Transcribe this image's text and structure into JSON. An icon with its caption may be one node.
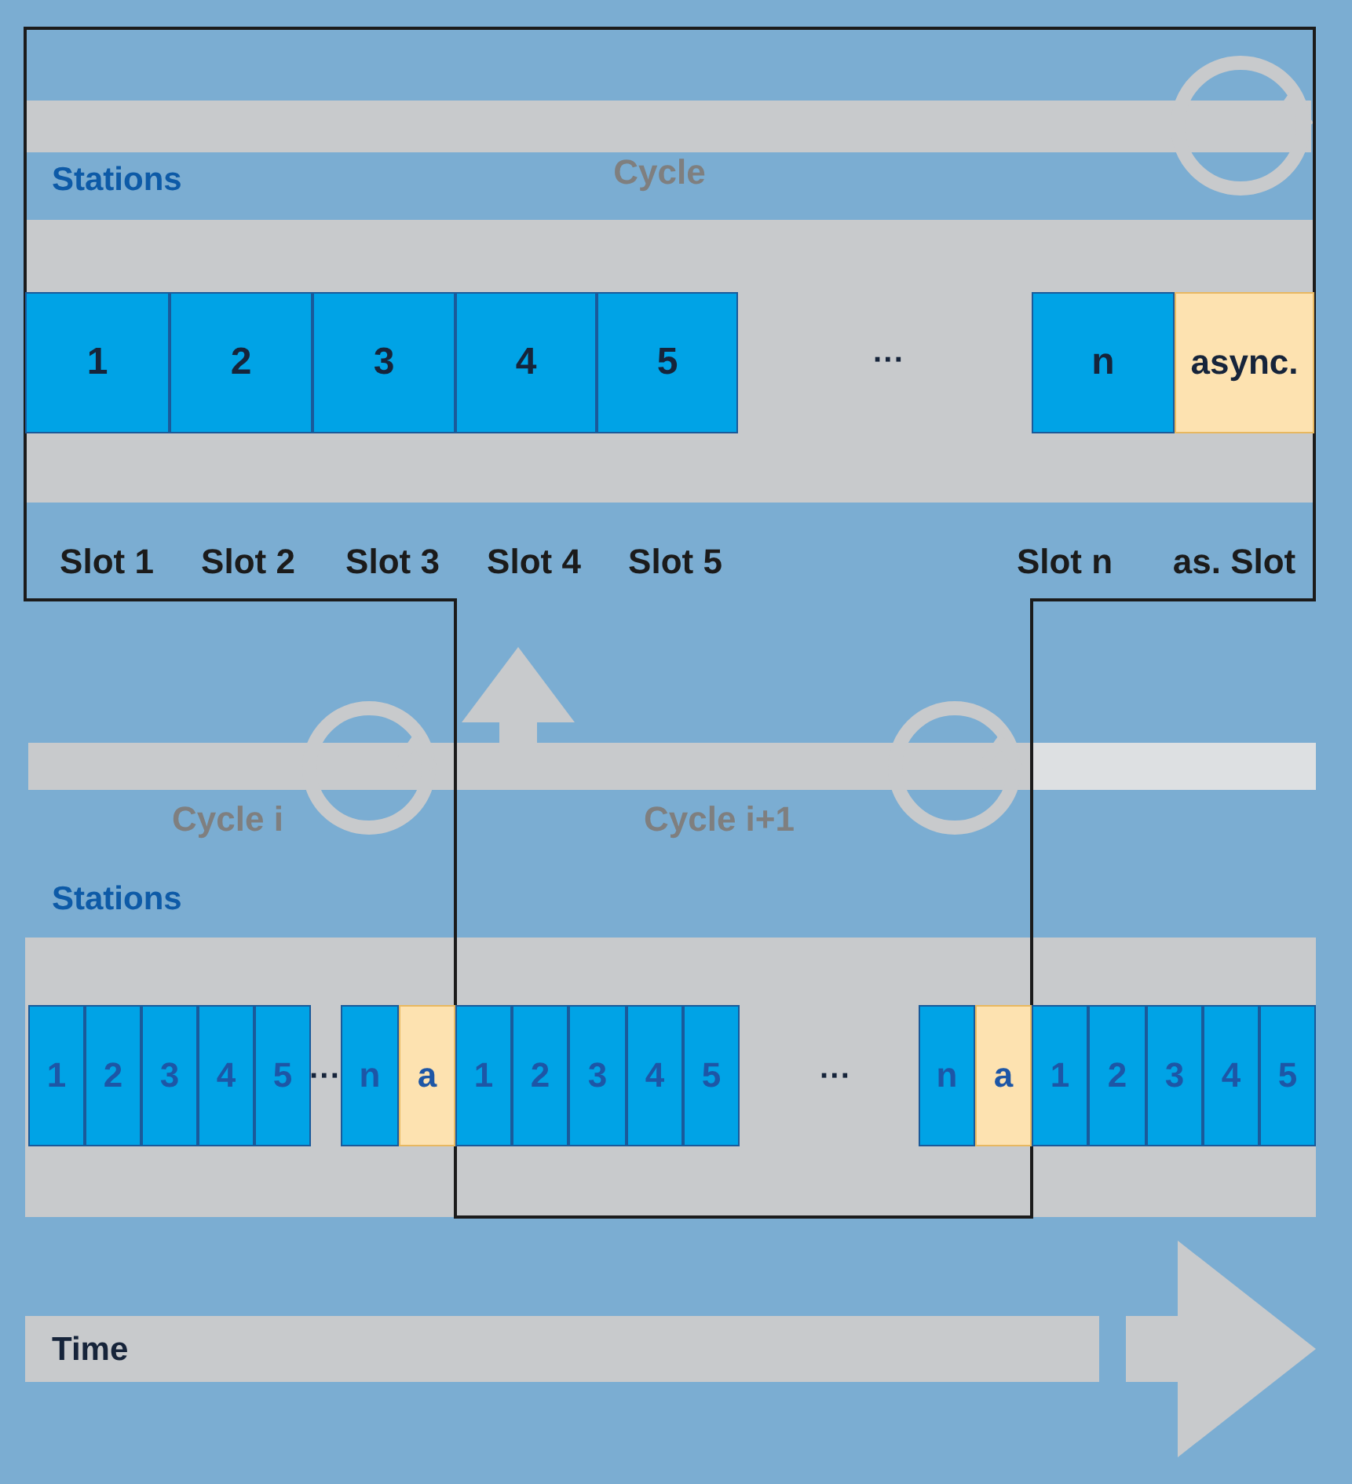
{
  "diagram": {
    "nodes": [
      {
        "text": [
          "1"
        ],
        "beside": [
          "Slot 1"
        ]
      },
      {
        "text": [
          "2"
        ],
        "beside": [
          "Slot 2"
        ]
      },
      {
        "text": [
          "3"
        ],
        "beside": [
          "Slot 3"
        ]
      },
      {
        "text": [
          "4"
        ],
        "beside": [
          "Slot 4"
        ]
      },
      {
        "text": [
          "5"
        ],
        "beside": [
          "Slot 5"
        ]
      },
      {
        "text": [
          "n"
        ],
        "beside": [
          "Slot n"
        ]
      },
      {
        "text": [
          "async."
        ],
        "beside": [
          "as. Slot"
        ]
      },
      {
        "text": [
          "1"
        ]
      },
      {
        "text": [
          "2"
        ]
      },
      {
        "text": [
          "3"
        ]
      },
      {
        "text": [
          "4"
        ]
      },
      {
        "text": [
          "5"
        ]
      },
      {
        "text": [
          "n"
        ]
      },
      {
        "text": [
          "a"
        ]
      },
      {
        "text": [
          "1"
        ]
      },
      {
        "text": [
          "2"
        ]
      },
      {
        "text": [
          "3"
        ]
      },
      {
        "text": [
          "4"
        ]
      },
      {
        "text": [
          "5"
        ]
      },
      {
        "text": [
          "n"
        ]
      },
      {
        "text": [
          "a"
        ]
      },
      {
        "text": [
          "1"
        ]
      },
      {
        "text": [
          "2"
        ]
      },
      {
        "text": [
          "3"
        ]
      },
      {
        "text": [
          "4"
        ]
      },
      {
        "text": [
          "5"
        ]
      }
    ],
    "edges": [],
    "labels": [
      "Cycle",
      "Stations",
      "···",
      "Cycle i",
      "Cycle i+1",
      "Stations",
      "···",
      "···",
      "Time"
    ]
  }
}
